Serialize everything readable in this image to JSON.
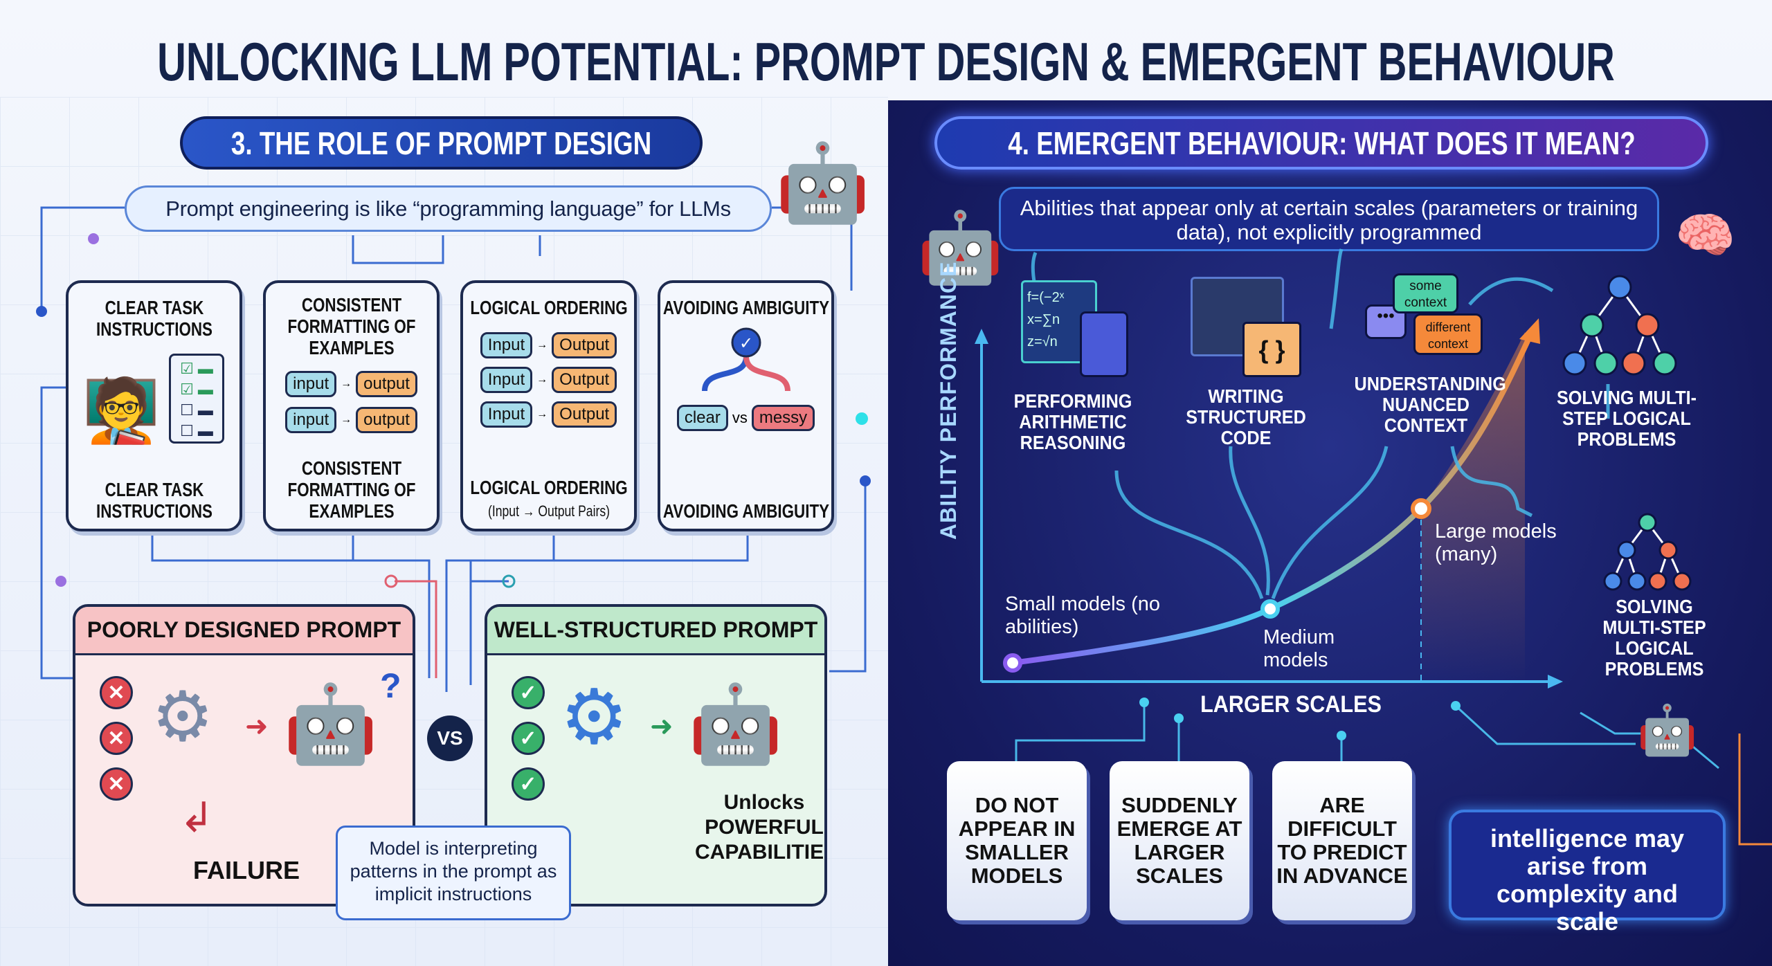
{
  "title": "UNLOCKING LLM POTENTIAL: PROMPT DESIGN & EMERGENT BEHAVIOUR",
  "left": {
    "header": "3. THE ROLE OF PROMPT DESIGN",
    "subtitle": "Prompt engineering is like “programming language” for LLMs",
    "cards": [
      {
        "title": "CLEAR TASK INSTRUCTIONS",
        "caption": "CLEAR TASK INSTRUCTIONS"
      },
      {
        "title": "CONSISTENT FORMATTING OF EXAMPLES",
        "caption": "CONSISTENT FORMATTING OF EXAMPLES",
        "pairs": [
          [
            "input",
            "output"
          ],
          [
            "input",
            "output"
          ]
        ]
      },
      {
        "title": "LOGICAL ORDERING",
        "caption": "LOGICAL ORDERING",
        "caption2": "(Input → Output Pairs)",
        "pairs": [
          [
            "Input",
            "Output"
          ],
          [
            "Input",
            "Output"
          ],
          [
            "Input",
            "Output"
          ]
        ]
      },
      {
        "title": "AVOIDING AMBIGUITY",
        "caption": "AVOIDING AMBIGUITY",
        "clear": "clear",
        "vs": "vs",
        "messy": "messy"
      }
    ],
    "poor": {
      "title": "POORLY DESIGNED PROMPT",
      "result": "FAILURE",
      "question": "?"
    },
    "vs": "VS",
    "good": {
      "title": "WELL-STRUCTURED PROMPT",
      "result1": "Unlocks",
      "result2": "POWERFUL CAPABILITIES"
    },
    "note": "Model is interpreting patterns in the prompt as implicit instructions"
  },
  "right": {
    "header": "4. EMERGENT BEHAVIOUR: WHAT DOES IT MEAN?",
    "subtitle": "Abilities that appear only at certain scales (parameters or training data), not explicitly programmed",
    "y_axis": "ABILITY PERFORMANCE",
    "x_axis": "LARGER SCALES",
    "points": {
      "small": "Small models (no abilities)",
      "medium": "Medium models",
      "large": "Large models (many)"
    },
    "abilities": [
      "PERFORMING ARITHMETIC REASONING",
      "WRITING STRUCTURED CODE",
      "UNDERSTANDING NUANCED CONTEXT",
      "SOLVING MULTI-STEP LOGICAL PROBLEMS"
    ],
    "ability2": "SOLVING MULTI-STEP LOGICAL PROBLEMS",
    "chat": {
      "a": "some context",
      "b": "different context"
    },
    "math": [
      "f=(−2ˣ",
      "x=∑n",
      "z=√n"
    ],
    "code": "{ }",
    "properties": [
      "DO NOT APPEAR IN SMALLER MODELS",
      "SUDDENLY EMERGE AT LARGER SCALES",
      "ARE DIFFICULT TO PREDICT IN ADVANCE"
    ],
    "conclusion": "intelligence may arise from complexity and scale"
  },
  "colors": {
    "navy": "#14234a",
    "accent": "#2a56c8",
    "dark_bg": "#151a5e",
    "fail": "#e04a52",
    "success": "#38b06a",
    "orange": "#f5893a"
  }
}
